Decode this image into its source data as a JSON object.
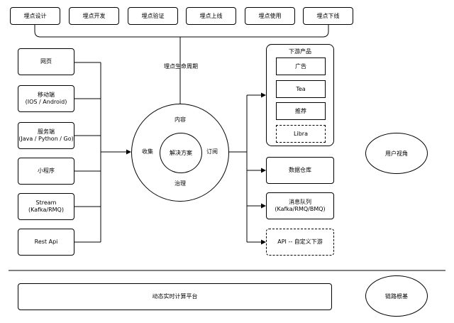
{
  "lifecycle": {
    "steps": [
      "埋点设计",
      "埋点开发",
      "埋点验证",
      "埋点上线",
      "埋点使用",
      "埋点下线"
    ],
    "label": "埋点生命周期"
  },
  "sources": [
    "网页",
    "移动端\n(IOS / Android)",
    "服务端\n(Java / Python / Go)",
    "小程序",
    "Stream\n(Kafka/RMQ)",
    "Rest Api"
  ],
  "wheel": {
    "top": "内容",
    "left": "收集",
    "right": "订阅",
    "bottom": "治理",
    "center": "解决方案"
  },
  "downstream": {
    "title": "下游产品",
    "products": [
      "广告",
      "Tea",
      "推荐",
      "Libra"
    ],
    "targets": [
      "数据仓库",
      "消息队列\n(Kafka/RMQ/BMQ)",
      "API -- 自定义下游"
    ]
  },
  "user_view": "用户视角",
  "platform": "动态实时计算平台",
  "link_root": "链路根基"
}
